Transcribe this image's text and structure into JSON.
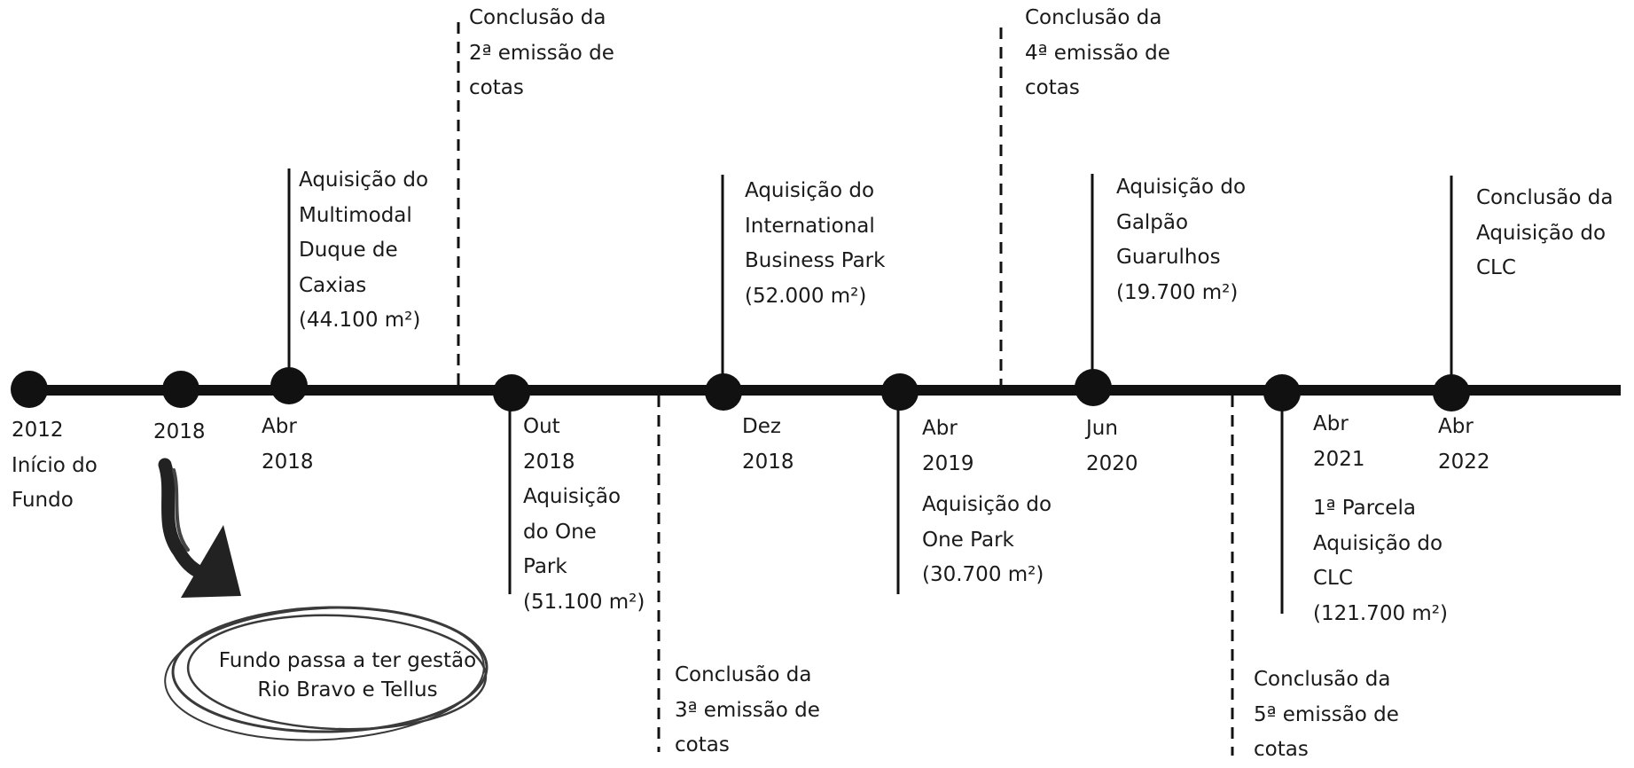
{
  "timeline": {
    "events": [
      {
        "date": [
          "2012",
          "Início do",
          "Fundo"
        ]
      },
      {
        "date": [
          "2018"
        ]
      },
      {
        "date": [
          "Abr",
          "2018"
        ],
        "description": [
          "Aquisição do",
          "Multimodal",
          "Duque de",
          "Caxias",
          "(44.100 m²)"
        ]
      },
      {
        "date": [
          "Out",
          "2018",
          "Aquisição",
          "do One",
          "Park",
          "(51.100 m²)"
        ]
      },
      {
        "date": [
          "Dez",
          "2018"
        ],
        "description": [
          "Aquisição do",
          "International",
          "Business Park",
          "(52.000 m²)"
        ]
      },
      {
        "date": [
          "Abr",
          "2019"
        ],
        "description": [
          "Aquisição do",
          "One Park",
          "(30.700 m²)"
        ]
      },
      {
        "date": [
          "Jun",
          "2020"
        ],
        "description": [
          "Aquisição do",
          "Galpão",
          "Guarulhos",
          "(19.700 m²)"
        ]
      },
      {
        "date": [
          "Abr",
          "2021"
        ],
        "description": [
          "1ª Parcela",
          "Aquisição do",
          "CLC",
          "(121.700 m²)"
        ]
      },
      {
        "date": [
          "Abr",
          "2022"
        ],
        "description": [
          "Conclusão da",
          "Aquisição do",
          "CLC"
        ]
      }
    ],
    "issuances": [
      {
        "text": [
          "Conclusão da",
          "2ª emissão de",
          "cotas"
        ]
      },
      {
        "text": [
          "Conclusão da",
          "3ª emissão de",
          "cotas"
        ]
      },
      {
        "text": [
          "Conclusão da",
          "4ª emissão de",
          "cotas"
        ]
      },
      {
        "text": [
          "Conclusão da",
          "5ª emissão de",
          "cotas"
        ]
      }
    ]
  },
  "management_note": "Fundo passa a ter gestão Rio Bravo e Tellus",
  "colors": {
    "line": "#111111",
    "ink": "#1a1a1a",
    "arrow": "#222222",
    "circle": "#3a3a3a"
  }
}
